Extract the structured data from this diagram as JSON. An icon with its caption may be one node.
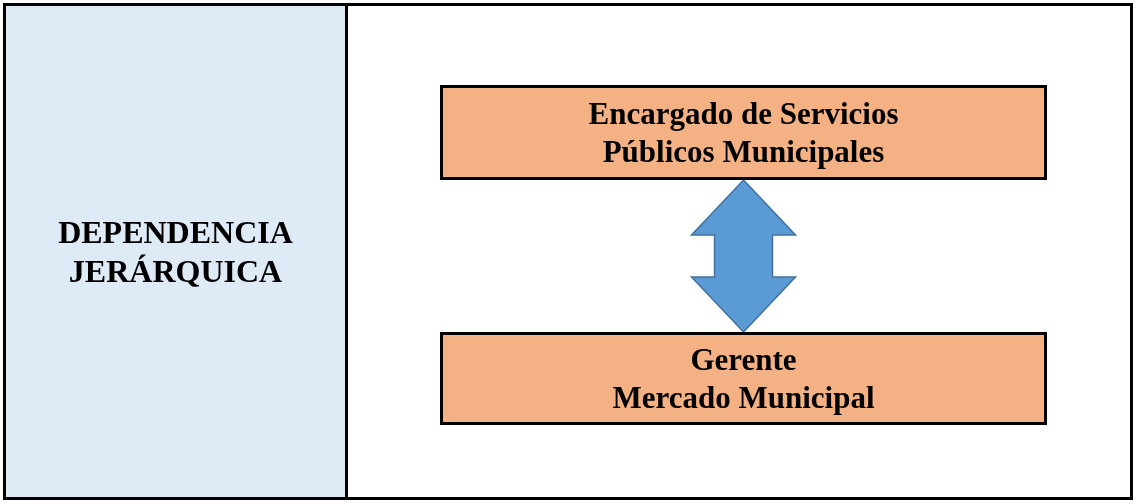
{
  "diagram": {
    "nodes": [
      {
        "text": [
          "DEPENDENCIA JERÁRQUICA"
        ]
      },
      {
        "text": [],
        "shape": "box"
      },
      {
        "text": [
          "Encargado de Servicios Públicos Municipales"
        ],
        "in": 1
      },
      {
        "text": [
          "Gerente",
          "Mercado Municipal"
        ],
        "in": 1
      }
    ],
    "edges": [
      {
        "from": 2,
        "to": 3,
        "arrow": "both",
        "color": "#5b9bd5"
      }
    ]
  }
}
